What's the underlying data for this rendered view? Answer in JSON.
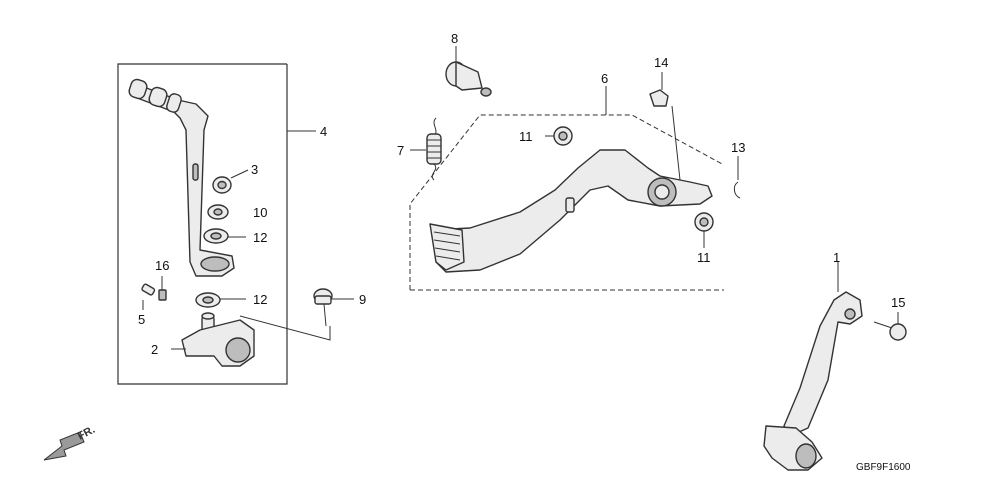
{
  "diagram": {
    "callouts": {
      "c1": "1",
      "c2": "2",
      "c3": "3",
      "c4": "4",
      "c5": "5",
      "c6": "6",
      "c7": "7",
      "c8": "8",
      "c9": "9",
      "c10": "10",
      "c11a": "11",
      "c11b": "11",
      "c12a": "12",
      "c12b": "12",
      "c13": "13",
      "c14": "14",
      "c15": "15",
      "c16": "16"
    },
    "front_arrow": "FR.",
    "drawing_code": "GBF9F1600"
  }
}
